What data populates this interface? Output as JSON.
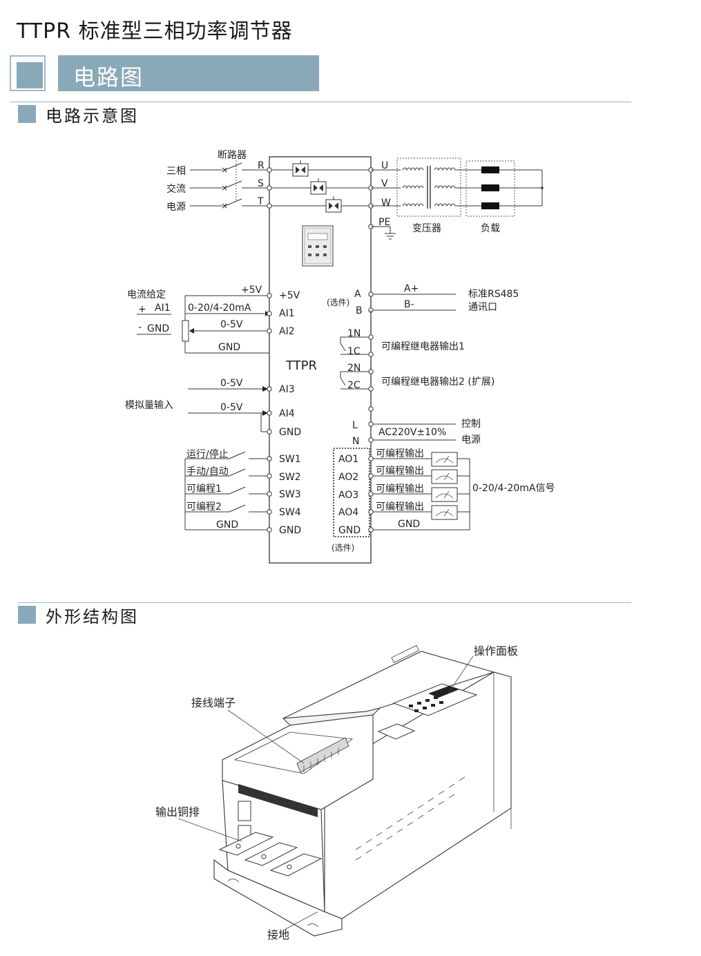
{
  "header": {
    "title": "TTPR 标准型三相功率调节器"
  },
  "banner": {
    "label": "电路图"
  },
  "sections": {
    "circuit": "电路示意图",
    "outline": "外形结构图"
  },
  "circuit": {
    "breaker": "断路器",
    "source": [
      "三相",
      "交流",
      "电源"
    ],
    "in_phases": [
      "R",
      "S",
      "T"
    ],
    "out_phases": [
      "U",
      "V",
      "W"
    ],
    "pe": "PE",
    "transformer": "变压器",
    "load": "负载",
    "device": "TTPR",
    "current_given": "电流给定",
    "ai1_plus": "+",
    "ai1_name": "AI1",
    "gnd_minus": "-",
    "gnd_name": "GND",
    "analog_input": "模拟量输入",
    "left_wire_labels": {
      "plus5v": "+5V",
      "ma": "0-20/4-20mA",
      "v1": "0-5V",
      "gnd": "GND",
      "v2": "0-5V",
      "v3": "0-5V"
    },
    "left_terminals": [
      "+5V",
      "AI1",
      "AI2",
      "AI3",
      "AI4",
      "GND"
    ],
    "switches": [
      "运行/停止",
      "手动/自动",
      "可编程1",
      "可编程2"
    ],
    "switch_gnd": "GND",
    "sw_terminals": [
      "SW1",
      "SW2",
      "SW3",
      "SW4",
      "GND"
    ],
    "rs485": {
      "optional": "(选件)",
      "a": "A",
      "b": "B",
      "a_plus": "A+",
      "b_minus": "B-",
      "label1": "标准RS485",
      "label2": "通讯口"
    },
    "relays": {
      "r1a": "1N",
      "r1b": "1C",
      "r1_label": "可编程继电器输出1",
      "r2a": "2N",
      "r2b": "2C",
      "r2_label": "可编程继电器输出2 (扩展)"
    },
    "power": {
      "l": "L",
      "n": "N",
      "ac": "AC220V±10%",
      "control": "控制",
      "power_word": "电源"
    },
    "ao_terminals": [
      "AO1",
      "AO2",
      "AO3",
      "AO4",
      "GND"
    ],
    "ao_labels": [
      "可编程输出",
      "可编程输出",
      "可编程输出",
      "可编程输出"
    ],
    "ao_gnd": "GND",
    "ao_signal": "0-20/4-20mA信号",
    "ao_optional": "(选件)"
  },
  "outline_labels": {
    "panel": "操作面板",
    "terminal_block": "接线端子",
    "busbar": "输出铜排",
    "ground": "接地"
  }
}
